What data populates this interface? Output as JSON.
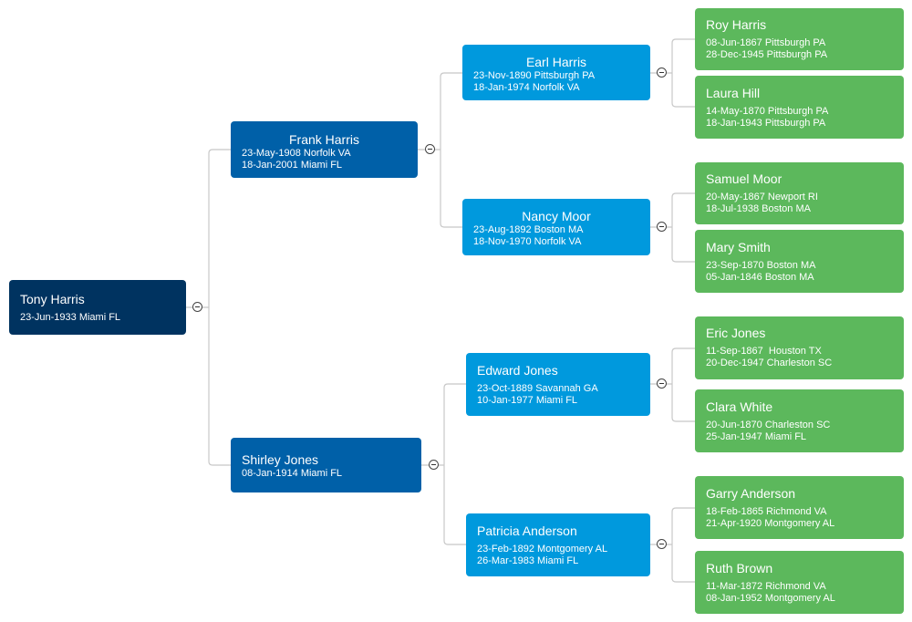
{
  "people": {
    "tony": {
      "name": "Tony Harris",
      "birth": "23-Jun-1933 Miami FL"
    },
    "frank": {
      "name": "Frank Harris",
      "birth": "23-May-1908 Norfolk VA",
      "death": "18-Jan-2001 Miami FL"
    },
    "shirley": {
      "name": "Shirley Jones",
      "birth": "08-Jan-1914 Miami FL"
    },
    "earl": {
      "name": "Earl Harris",
      "birth": "23-Nov-1890 Pittsburgh PA",
      "death": "18-Jan-1974 Norfolk VA"
    },
    "nancy": {
      "name": "Nancy Moor",
      "birth": "23-Aug-1892 Boston MA",
      "death": "18-Nov-1970 Norfolk VA"
    },
    "edward": {
      "name": "Edward Jones",
      "birth": "23-Oct-1889 Savannah GA",
      "death": "10-Jan-1977 Miami FL"
    },
    "patricia": {
      "name": "Patricia Anderson",
      "birth": "23-Feb-1892 Montgomery AL",
      "death": "26-Mar-1983 Miami FL"
    },
    "roy": {
      "name": "Roy Harris",
      "birth": "08-Jun-1867 Pittsburgh PA",
      "death": "28-Dec-1945 Pittsburgh PA"
    },
    "laura": {
      "name": "Laura Hill",
      "birth": "14-May-1870 Pittsburgh PA",
      "death": "18-Jan-1943 Pittsburgh PA"
    },
    "samuel": {
      "name": "Samuel Moor",
      "birth": "20-May-1867 Newport RI",
      "death": "18-Jul-1938 Boston MA"
    },
    "mary": {
      "name": "Mary Smith",
      "birth": "23-Sep-1870 Boston MA",
      "death": "05-Jan-1846 Boston MA"
    },
    "eric": {
      "name": "Eric Jones",
      "birth": "11-Sep-1867  Houston TX",
      "death": "20-Dec-1947 Charleston SC"
    },
    "clara": {
      "name": "Clara White",
      "birth": "20-Jun-1870 Charleston SC",
      "death": "25-Jan-1947 Miami FL"
    },
    "garry": {
      "name": "Garry Anderson",
      "birth": "18-Feb-1865 Richmond VA",
      "death": "21-Apr-1920 Montgomery AL"
    },
    "ruth": {
      "name": "Ruth Brown",
      "birth": "11-Mar-1872 Richmond VA",
      "death": "08-Jan-1952 Montgomery AL"
    }
  },
  "colors": {
    "generation1": "#003360",
    "generation2": "#0060a8",
    "generation3": "#0099dd",
    "generation4": "#5cb85c",
    "connector": "#c8c8c8"
  },
  "icons": {
    "toggle": "collapse-minus-circle-icon"
  }
}
